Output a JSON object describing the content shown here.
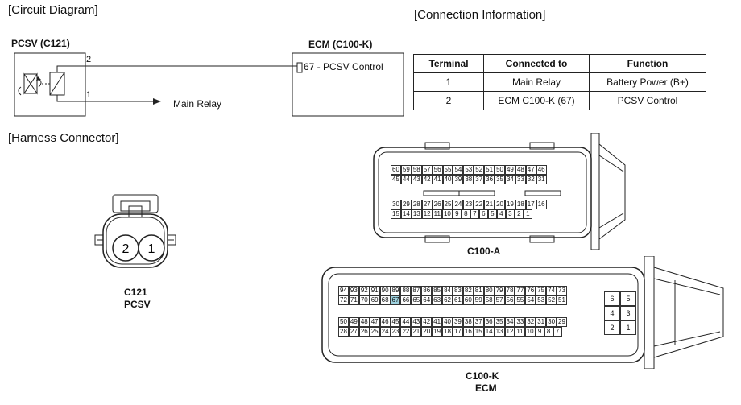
{
  "sections": {
    "circuit": "[Circuit Diagram]",
    "connection": "[Connection Information]",
    "harness": "[Harness Connector]"
  },
  "circuit": {
    "pcsv_title": "PCSV (C121)",
    "ecm_title": "ECM (C100-K)",
    "pin2": "2",
    "pin1": "1",
    "ecm_pin_label": "67 - PCSV Control",
    "main_relay": "Main Relay"
  },
  "table": {
    "headers": [
      "Terminal",
      "Connected to",
      "Function"
    ],
    "rows": [
      [
        "1",
        "Main Relay",
        "Battery Power (B+)"
      ],
      [
        "2",
        "ECM C100-K (67)",
        "PCSV Control"
      ]
    ]
  },
  "c121": {
    "pins": [
      "2",
      "1"
    ],
    "label1": "C121",
    "label2": "PCSV"
  },
  "c100a": {
    "label": "C100-A",
    "rows": [
      [
        "60",
        "59",
        "58",
        "57",
        "56",
        "55",
        "54",
        "53",
        "52",
        "51",
        "50",
        "49",
        "48",
        "47",
        "46"
      ],
      [
        "45",
        "44",
        "43",
        "42",
        "41",
        "40",
        "39",
        "38",
        "37",
        "36",
        "35",
        "34",
        "33",
        "32",
        "31"
      ],
      [
        "30",
        "29",
        "28",
        "27",
        "26",
        "25",
        "24",
        "23",
        "22",
        "21",
        "20",
        "19",
        "18",
        "17",
        "16"
      ],
      [
        "15",
        "14",
        "13",
        "12",
        "11",
        "10",
        "9",
        "8",
        "7",
        "6",
        "5",
        "4",
        "3",
        "2",
        "1"
      ]
    ]
  },
  "c100k": {
    "label1": "C100-K",
    "label2": "ECM",
    "highlight_pin": "67",
    "rows": [
      [
        "94",
        "93",
        "92",
        "91",
        "90",
        "89",
        "88",
        "87",
        "86",
        "85",
        "84",
        "83",
        "82",
        "81",
        "80",
        "79",
        "78",
        "77",
        "76",
        "75",
        "74",
        "73"
      ],
      [
        "72",
        "71",
        "70",
        "69",
        "68",
        "67",
        "66",
        "65",
        "64",
        "63",
        "62",
        "61",
        "60",
        "59",
        "58",
        "57",
        "56",
        "55",
        "54",
        "53",
        "52",
        "51"
      ],
      [
        "50",
        "49",
        "48",
        "47",
        "46",
        "45",
        "44",
        "43",
        "42",
        "41",
        "40",
        "39",
        "38",
        "37",
        "36",
        "35",
        "34",
        "33",
        "32",
        "31",
        "30",
        "29"
      ],
      [
        "28",
        "27",
        "26",
        "25",
        "24",
        "23",
        "22",
        "21",
        "20",
        "19",
        "18",
        "17",
        "16",
        "15",
        "14",
        "13",
        "12",
        "11",
        "10",
        "9",
        "8",
        "7"
      ]
    ],
    "side": [
      [
        "6",
        "5"
      ],
      [
        "4",
        "3"
      ],
      [
        "2",
        "1"
      ]
    ]
  }
}
